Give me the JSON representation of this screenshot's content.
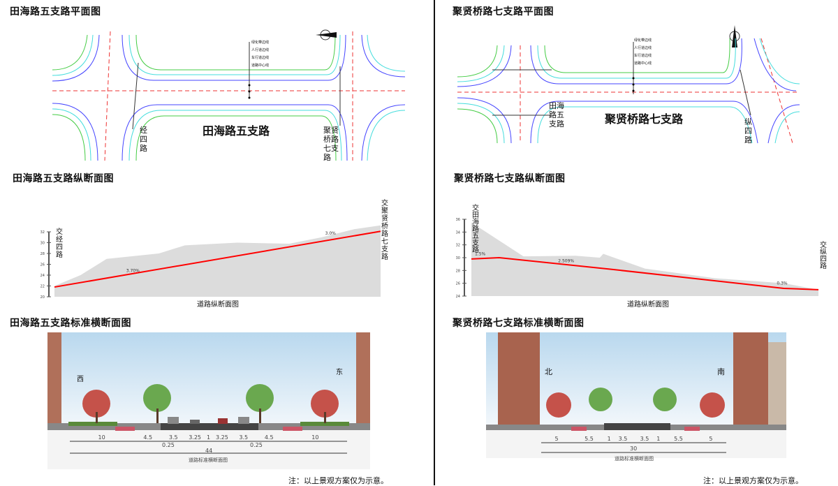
{
  "left": {
    "plan_title": "田海路五支路平面图",
    "plan_road_label": "田海路五支路",
    "plan_cross_left": "经四路",
    "plan_cross_right": "聚贤桥路七支路",
    "legend": [
      "绿化带边线",
      "人行道边线",
      "车行道边线",
      "道路中心线"
    ],
    "profile_title": "田海路五支路纵断面图",
    "profile_caption": "道路纵断面图",
    "profile_start_label": "交经四路",
    "profile_end_label": "交聚贤桥路七支路",
    "section_title": "田海路五支路标准横断面图",
    "section_west": "西",
    "section_east": "东",
    "section_dims": [
      "10",
      "4.5",
      "3.5",
      "3.25",
      "1",
      "3.25",
      "3.5",
      "4.5",
      "10"
    ],
    "section_small_dims": [
      "0.25",
      "0.25"
    ],
    "section_total": "44",
    "section_caption": "道路标准横断面图",
    "note": "注：以上景观方案仅为示意。"
  },
  "right": {
    "plan_title": "聚贤桥路七支路平面图",
    "plan_road_label": "聚贤桥路七支路",
    "plan_cross_left": "田海路五支路",
    "plan_cross_right": "纵四路",
    "legend": [
      "绿化带边线",
      "人行道边线",
      "车行道边线",
      "道路中心线"
    ],
    "profile_title": "聚贤桥路七支路纵断面图",
    "profile_caption": "道路纵断面图",
    "profile_start_label": "交田海路五支路",
    "profile_end_label": "交纵四路",
    "section_title": "聚贤桥路七支路标准横断面图",
    "section_north": "北",
    "section_south": "南",
    "section_dims": [
      "5",
      "5.5",
      "1",
      "3.5",
      "3.5",
      "1",
      "5.5",
      "5"
    ],
    "section_total": "30",
    "section_caption": "道路标准横断面图",
    "note": "注：以上景观方案仅为示意。"
  },
  "chart_data": [
    {
      "type": "area",
      "title": "田海路五支路纵断面图",
      "xlabel": "道路纵断面图",
      "ylim": [
        20,
        32
      ],
      "yticks": [
        20,
        22,
        24,
        26,
        28,
        30,
        32
      ],
      "design_grade_labels": [
        "3.70%",
        "3.0%"
      ],
      "design_line": [
        [
          0,
          21.8
        ],
        [
          1,
          32.1
        ]
      ],
      "ground": [
        [
          0,
          22
        ],
        [
          0.08,
          24
        ],
        [
          0.16,
          27
        ],
        [
          0.32,
          28
        ],
        [
          0.4,
          29.5
        ],
        [
          0.56,
          30
        ],
        [
          0.72,
          29.8
        ],
        [
          0.82,
          31
        ],
        [
          0.92,
          32.5
        ],
        [
          1,
          33.2
        ]
      ]
    },
    {
      "type": "area",
      "title": "聚贤桥路七支路纵断面图",
      "xlabel": "道路纵断面图",
      "ylim": [
        24,
        36
      ],
      "yticks": [
        24,
        26,
        28,
        30,
        32,
        34,
        36
      ],
      "design_grade_labels": [
        "1.5%",
        "2.509%",
        "0.3%"
      ],
      "design_line": [
        [
          0,
          29.8
        ],
        [
          0.08,
          30
        ],
        [
          0.4,
          28.2
        ],
        [
          0.9,
          25.2
        ],
        [
          1,
          25
        ]
      ],
      "ground": [
        [
          0,
          35.5
        ],
        [
          0.15,
          30.2
        ],
        [
          0.3,
          30.3
        ],
        [
          0.37,
          30
        ],
        [
          0.38,
          30.6
        ],
        [
          0.5,
          28.3
        ],
        [
          0.7,
          26.8
        ],
        [
          0.9,
          26
        ],
        [
          1,
          25
        ]
      ]
    }
  ]
}
